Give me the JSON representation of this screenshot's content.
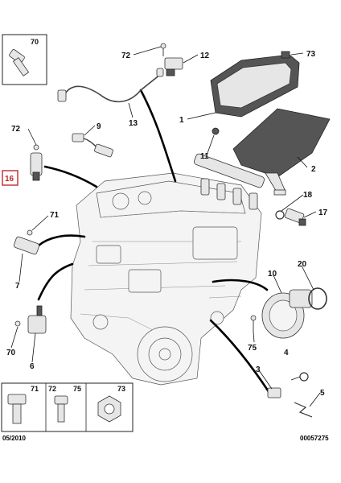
{
  "callouts": {
    "c70_top": "70",
    "c72_top": "72",
    "c12": "12",
    "c73_top": "73",
    "c1": "1",
    "c13": "13",
    "c72_left": "72",
    "c9": "9",
    "c11": "11",
    "c2": "2",
    "c16": "16",
    "c18": "18",
    "c71_left": "71",
    "c17": "17",
    "c7": "7",
    "c20": "20",
    "c10": "10",
    "c70_left": "70",
    "c6": "6",
    "c75_mid": "75",
    "c3": "3",
    "c4": "4",
    "c5": "5",
    "c71_box": "71",
    "c72_box": "72",
    "c75_box": "75",
    "c73_box": "73"
  },
  "footer": {
    "date": "05/2010",
    "ref": "00057275"
  },
  "colors": {
    "highlight": "#c0292e",
    "box_border": "#222222",
    "cable": "#000000"
  }
}
